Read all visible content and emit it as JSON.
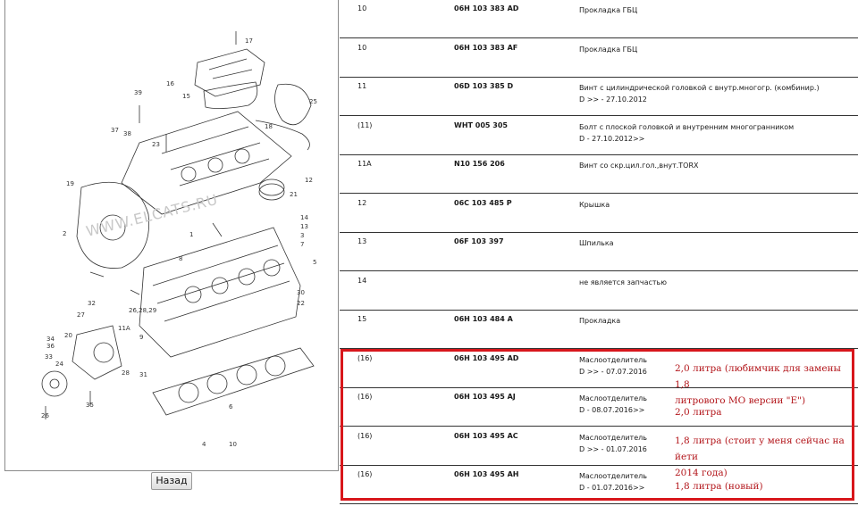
{
  "diagram": {
    "watermark": "WWW.ELCATS.RU",
    "callouts": [
      "17",
      "16",
      "15",
      "39",
      "25",
      "37",
      "38",
      "18",
      "23",
      "19",
      "12",
      "2",
      "21",
      "14",
      "3",
      "13",
      "7",
      "5",
      "1",
      "8",
      "30",
      "22",
      "20",
      "34",
      "36",
      "33",
      "24",
      "26",
      "35",
      "32",
      "27",
      "26,28,29",
      "11A",
      "31",
      "28",
      "9",
      "6",
      "4",
      "10"
    ]
  },
  "back_button": {
    "label": "Назад"
  },
  "table": {
    "rows": [
      {
        "pos": "10",
        "number": "06H 103 383 AD",
        "desc": "Прокладка ГБЦ",
        "note": ""
      },
      {
        "pos": "10",
        "number": "06H 103 383 AF",
        "desc": "Прокладка ГБЦ",
        "note": ""
      },
      {
        "pos": "11",
        "number": "06D 103 385 D",
        "desc": "Винт с цилиндрической головкой с внутр.многогр. (комбинир.)",
        "note": "D >> - 27.10.2012"
      },
      {
        "pos": "(11)",
        "number": "WHT 005 305",
        "desc": "Болт с плоской головкой и внутренним многогранником",
        "note": "D - 27.10.2012>>"
      },
      {
        "pos": "11A",
        "number": "N10 156 206",
        "desc": "Винт со скр.цил.гол.,внут.TORX",
        "note": ""
      },
      {
        "pos": "12",
        "number": "06C 103 485 P",
        "desc": "Крышка",
        "note": ""
      },
      {
        "pos": "13",
        "number": "06F 103 397",
        "desc": "Шпилька",
        "note": ""
      },
      {
        "pos": "14",
        "number": "",
        "desc": "не является запчастью",
        "note": ""
      },
      {
        "pos": "15",
        "number": "06H 103 484 A",
        "desc": "Прокладка",
        "note": ""
      },
      {
        "pos": "(16)",
        "number": "06H 103 495 AD",
        "desc": "Маслоотделитель",
        "note": "D >> - 07.07.2016"
      },
      {
        "pos": "(16)",
        "number": "06H 103 495 AJ",
        "desc": "Маслоотделитель",
        "note": "D - 08.07.2016>>"
      },
      {
        "pos": "(16)",
        "number": "06H 103 495 AC",
        "desc": "Маслоотделитель",
        "note": "D >> - 01.07.2016"
      },
      {
        "pos": "(16)",
        "number": "06H 103 495 AH",
        "desc": "Маслоотделитель",
        "note": "D - 01.07.2016>>"
      }
    ]
  },
  "annotations": [
    {
      "line1": "2,0 литра (любимчик для замены 1,8",
      "line2": "литрового МО версии \"Е\")"
    },
    {
      "line1": "2,0 литра",
      "line2": ""
    },
    {
      "line1": "1,8 литра (стоит у меня сейчас на йети",
      "line2": "2014 года)"
    },
    {
      "line1": "1,8 литра (новый)",
      "line2": ""
    }
  ],
  "colors": {
    "highlight": "#d8161b",
    "annotation_text": "#b3161b",
    "row_separator": "#333333"
  }
}
